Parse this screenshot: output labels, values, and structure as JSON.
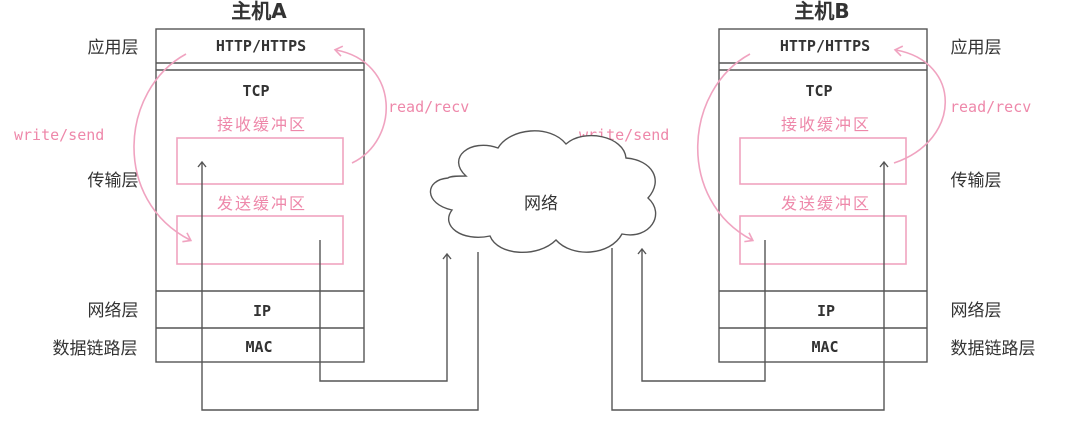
{
  "hostA": {
    "title": "主机A",
    "http": "HTTP/HTTPS",
    "tcp": "TCP",
    "recv_buffer": "接收缓冲区",
    "send_buffer": "发送缓冲区",
    "ip": "IP",
    "mac": "MAC"
  },
  "hostB": {
    "title": "主机B",
    "http": "HTTP/HTTPS",
    "tcp": "TCP",
    "recv_buffer": "接收缓冲区",
    "send_buffer": "发送缓冲区",
    "ip": "IP",
    "mac": "MAC"
  },
  "layers": {
    "application": "应用层",
    "transport": "传输层",
    "network": "网络层",
    "datalink": "数据链路层"
  },
  "annotations": {
    "write_send": "write/send",
    "read_recv": "read/recv"
  },
  "network": {
    "label": "网络"
  },
  "colors": {
    "accent": "#ee88aa",
    "line": "#555555",
    "text": "#333333"
  }
}
